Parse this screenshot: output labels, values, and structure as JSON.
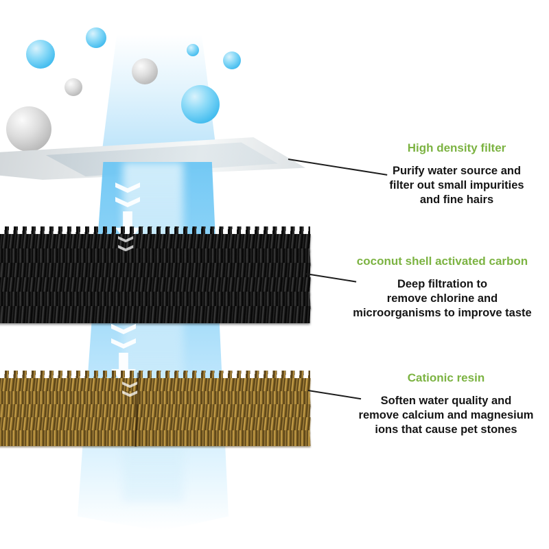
{
  "diagram": {
    "layers": [
      {
        "title": "High density filter",
        "desc_lines": [
          "Purify water source and",
          "filter out small impurities",
          "and fine hairs"
        ]
      },
      {
        "title": "coconut shell activated carbon",
        "desc_lines": [
          "Deep filtration to",
          "remove chlorine and",
          "microorganisms to improve taste"
        ]
      },
      {
        "title": "Cationic resin",
        "desc_lines": [
          "Soften water quality and",
          "remove calcium and magnesium",
          "ions that cause pet stones"
        ]
      }
    ],
    "colors": {
      "title_green": "#7cb342",
      "desc_black": "#151515",
      "water_blue": "#7fd0f5",
      "carbon_dark": "#111111",
      "resin_gold": "#b08a3e",
      "bubble_blue": "#45bdef",
      "bubble_gray": "#b5b5b5"
    }
  }
}
